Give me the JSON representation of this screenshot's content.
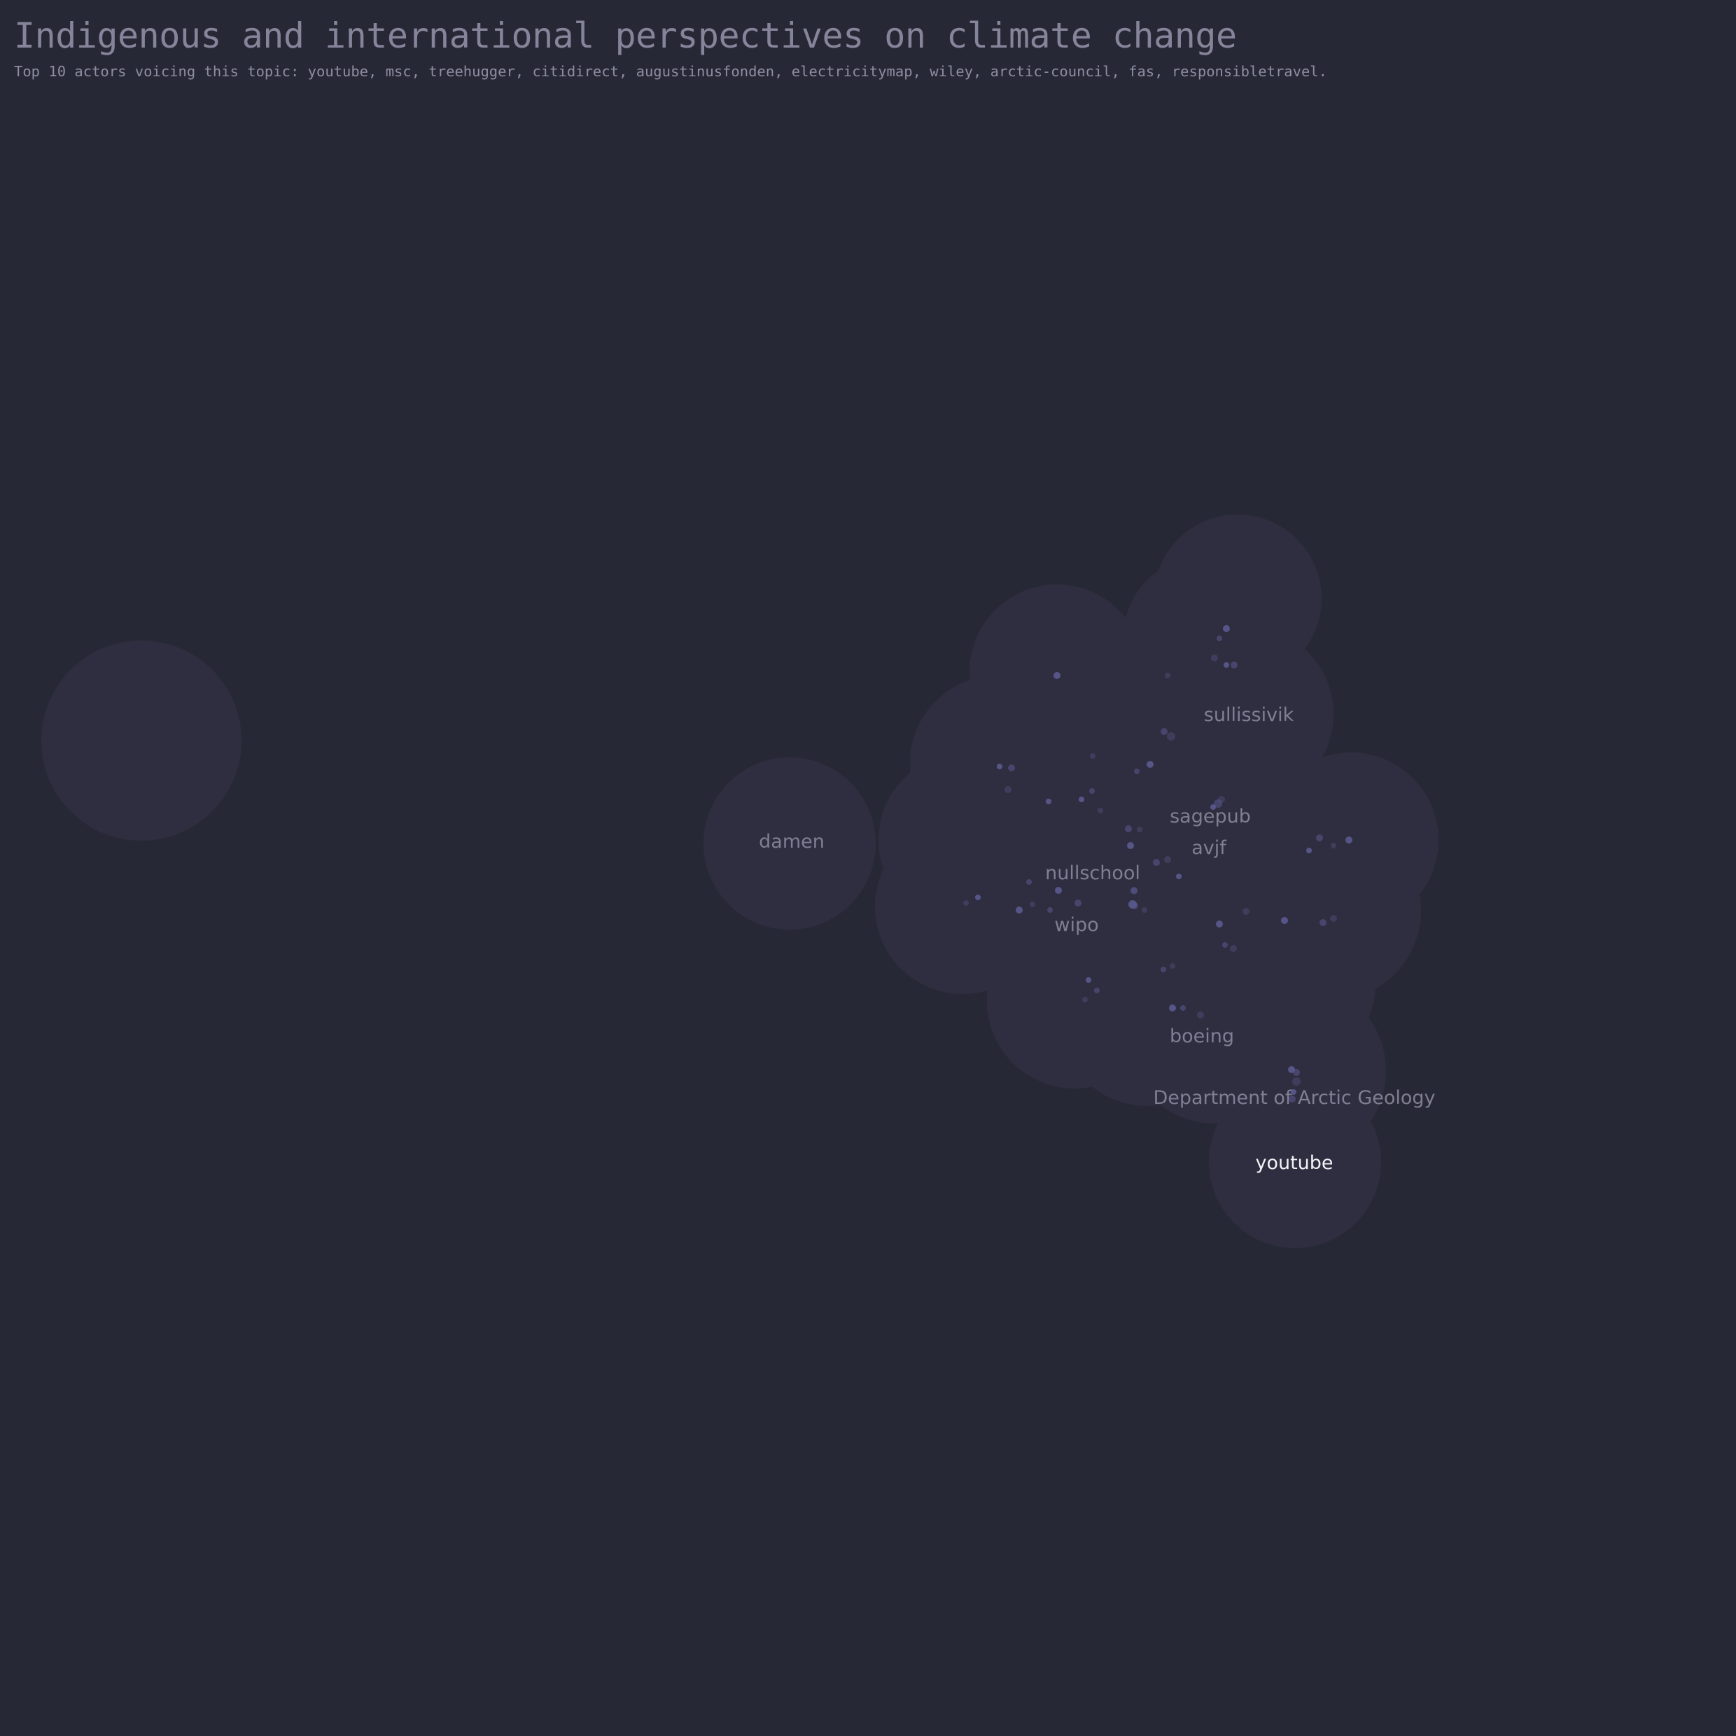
{
  "header": {
    "title": "Indigenous and international perspectives on climate change",
    "subtitle": "Top 10 actors voicing this topic: youtube, msc, treehugger, citidirect, augustinusfonden, electricitymap, wiley, arctic-council, fas, responsibletravel."
  },
  "map": {
    "labels": [
      {
        "id": "sullissivik",
        "text": "sullissivik"
      },
      {
        "id": "damen",
        "text": "damen"
      },
      {
        "id": "sagepub",
        "text": "sagepub"
      },
      {
        "id": "avjf",
        "text": "avjf"
      },
      {
        "id": "nullschool",
        "text": "nullschool"
      },
      {
        "id": "wipo",
        "text": "wipo"
      },
      {
        "id": "boeing",
        "text": "boeing"
      },
      {
        "id": "department-of-arctic-geology",
        "text": "Department of Arctic Geology"
      },
      {
        "id": "youtube",
        "text": "youtube",
        "highlighted": true
      }
    ]
  },
  "colors": {
    "background": "#272835",
    "bubble": "#2f2e40",
    "dot": "#5b5a8f",
    "label": "#7f7e93",
    "label_highlight": "#f2f2f6",
    "title": "#85849a"
  }
}
